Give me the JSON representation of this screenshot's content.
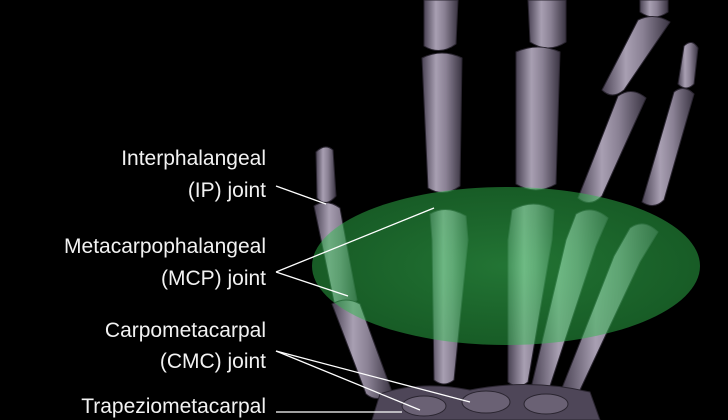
{
  "labels": {
    "ip": [
      "Interphalangeal",
      "(IP) joint"
    ],
    "mcp": [
      "Metacarpophalangeal",
      "(MCP) joint"
    ],
    "cmc": [
      "Carpometacarpal",
      "(CMC) joint"
    ],
    "trapezio": "Trapeziometacarpal"
  },
  "colors": {
    "background": "#000000",
    "bone": "#8c8296",
    "bone_edge": "#c9c0cf",
    "bone_shadow": "#3c3646",
    "highlight": "#33cc55",
    "leader_line": "#ffffff",
    "label_text": "#f2f2f2"
  },
  "icons": [
    "hand-skeleton-illustration",
    "joint-highlight-ellipse"
  ]
}
